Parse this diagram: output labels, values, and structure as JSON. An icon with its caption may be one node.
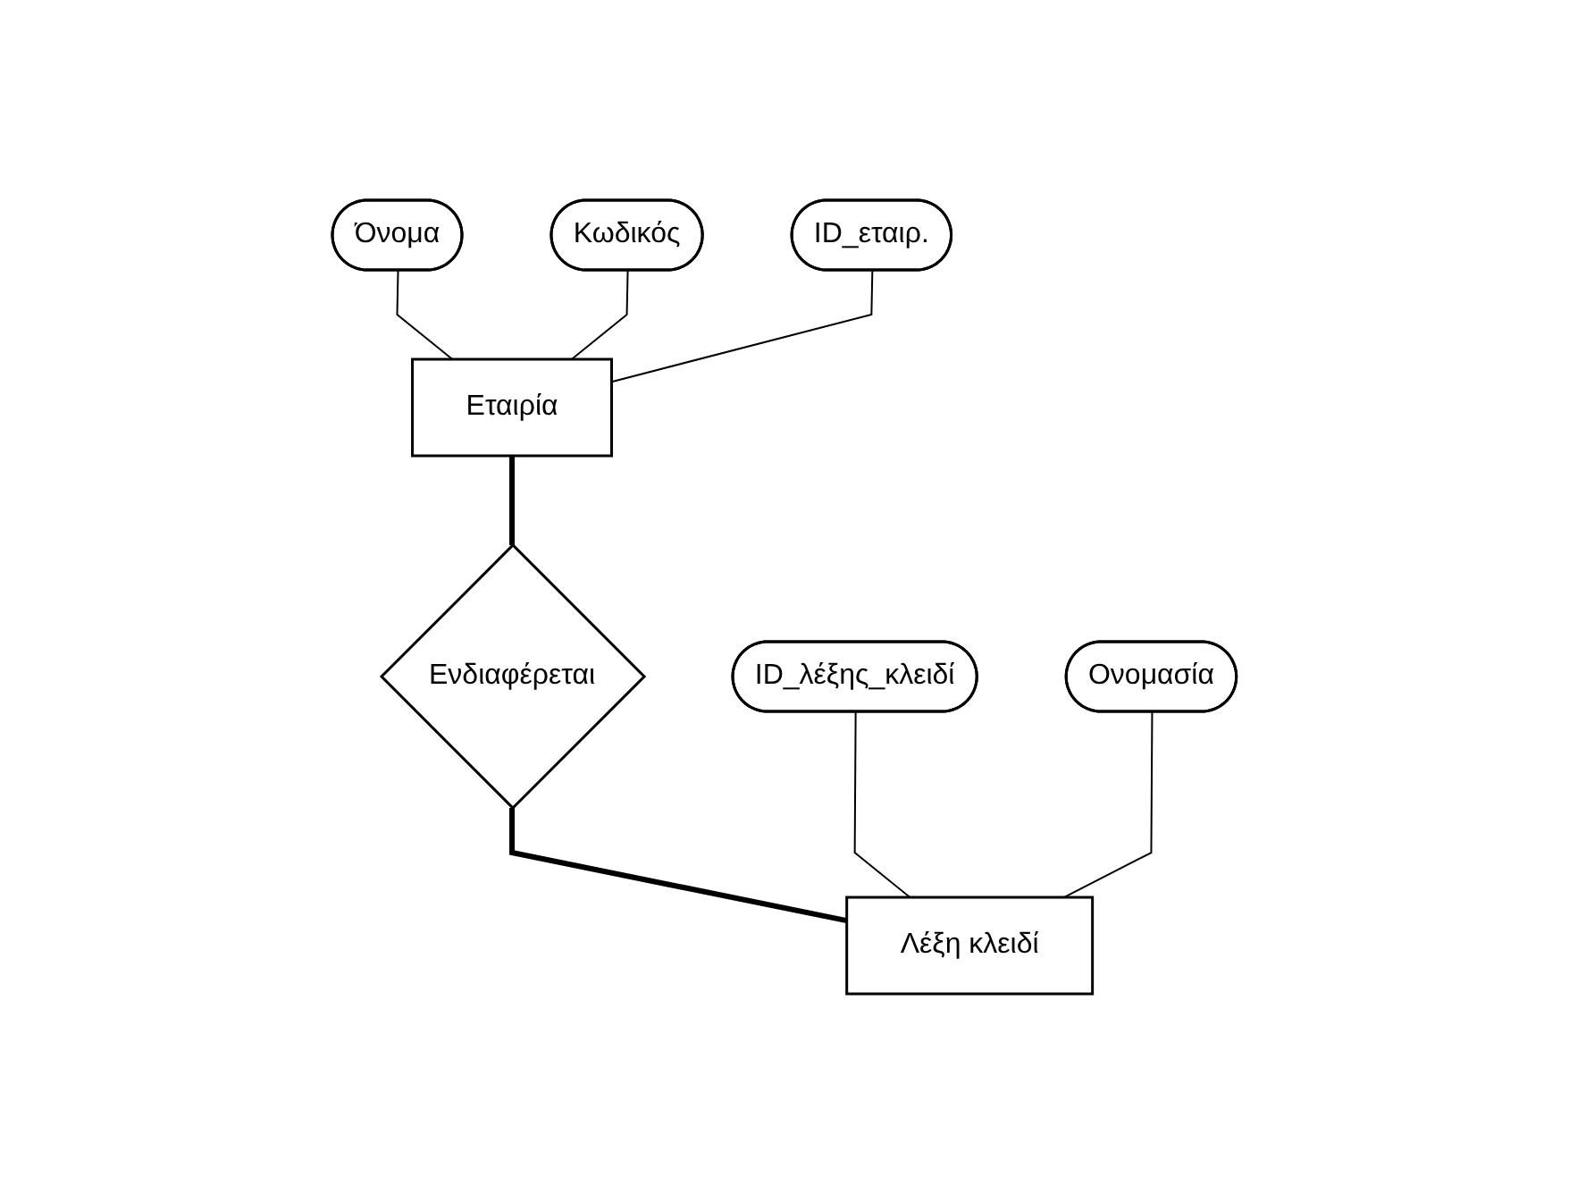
{
  "diagram": {
    "nodes": [
      {
        "text": [
          "Κωδικός"
        ]
      },
      {
        "text": [
          "Όνομα"
        ]
      },
      {
        "text": [
          "ID_εταιρ."
        ]
      },
      {
        "text": [
          "Εταιρία"
        ]
      },
      {
        "text": [
          "Ενδιαφέρεται"
        ]
      },
      {
        "text": [
          "ID_λέξης_κλειδί"
        ]
      },
      {
        "text": [
          "Λέξη κλειδί"
        ]
      },
      {
        "text": [
          "Ονομασία"
        ]
      }
    ],
    "edges": [
      {
        "from": 1,
        "to": 3,
        "arrow": "none"
      },
      {
        "from": 0,
        "to": 3,
        "arrow": "none"
      },
      {
        "from": 2,
        "to": 3,
        "arrow": "none"
      },
      {
        "from": 3,
        "to": 4,
        "arrow": "none",
        "style": "thick"
      },
      {
        "from": 4,
        "to": 6,
        "arrow": "none",
        "style": "thick"
      },
      {
        "from": 5,
        "to": 6,
        "arrow": "none"
      },
      {
        "from": 7,
        "to": 6,
        "arrow": "none"
      }
    ]
  }
}
